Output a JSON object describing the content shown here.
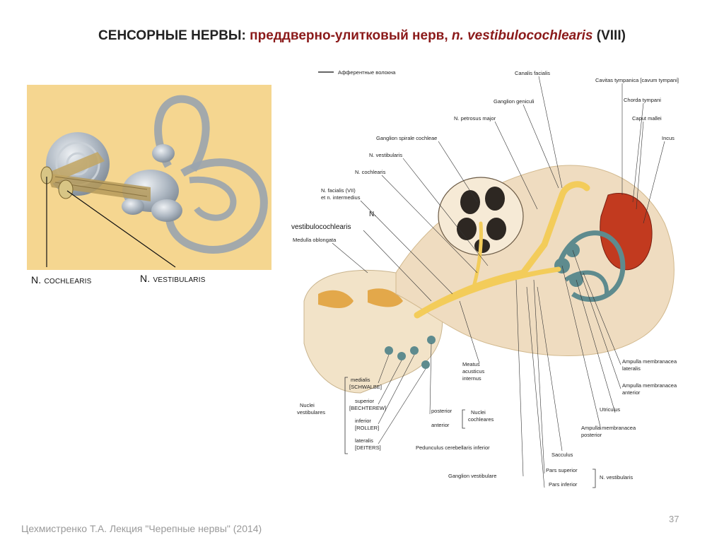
{
  "title": {
    "part1": "СЕНСОРНЫЕ НЕРВЫ:",
    "part2": "преддверно-улитковый нерв,",
    "part3": "n. vestibulocochlearis",
    "part4": "(VIII)"
  },
  "left_figure": {
    "label_cochlearis": "N. cochlearis",
    "label_vestibularis": "N. vestibularis",
    "colors": {
      "background": "#f5d690",
      "labyrinth": "#aab4bf",
      "nerve": "#b59a5a"
    }
  },
  "right_figure": {
    "legend": "Афферентные волокна",
    "labels": {
      "canalis_facialis": "Canalis facialis",
      "cavitas_tympanica": "Cavitas tympanica [cavum tympani]",
      "ganglion_geniculi": "Ganglion geniculi",
      "chorda_tympani": "Chorda tympani",
      "caput_mallei": "Caput mallei",
      "petrosus_major": "N. petrosus major",
      "incus": "Incus",
      "ganglion_spirale": "Ganglion spirale cochleae",
      "n_vestibularis": "N. vestibularis",
      "n_cochlearis": "N. cochlearis",
      "n_facialis_1": "N. facialis (VII)",
      "n_facialis_2": "et n. intermedius",
      "vc_1": "N.",
      "vc_2": "vestibulocochlearis",
      "medulla": "Medulla oblongata",
      "meatus_1": "Meatus",
      "meatus_2": "acusticus",
      "meatus_3": "internus",
      "ampulla_lat_1": "Ampulla membranacea",
      "ampulla_lat_2": "lateralis",
      "ampulla_ant_1": "Ampulla membranacea",
      "ampulla_ant_2": "anterior",
      "utriculus": "Utriculus",
      "ampulla_post_1": "Ampulla membranacea",
      "ampulla_post_2": "posterior",
      "medialis": "medialis",
      "schwalbe": "[SCHWALBE]",
      "nuclei_vest_1": "Nuclei",
      "nuclei_vest_2": "vestibulares",
      "superior": "superior",
      "bechterew": "[BECHTEREW]",
      "inferior": "inferior",
      "roller": "[ROLLER]",
      "lateralis": "lateralis",
      "deiters": "[DEITERS]",
      "posterior": "posterior",
      "anterior": "anterior",
      "nuclei_coch_1": "Nuclei",
      "nuclei_coch_2": "cochleares",
      "pedunculus": "Pedunculus cerebellaris inferior",
      "sacculus": "Sacculus",
      "pars_superior": "Pars superior",
      "ganglion_vestibulare": "Ganglion vestibulare",
      "pars_inferior": "Pars inferior",
      "n_vestibularis_bottom": "N. vestibularis"
    },
    "colors": {
      "nerve": "#f3cc5a",
      "bone": "#efdcc0",
      "brain": "#f2e3c8",
      "labyrinth": "#5e8b8e",
      "tympanum": "#c23a1f"
    }
  },
  "footer": "Цехмистренко Т.А. Лекция \"Черепные нервы\" (2014)",
  "page_number": "37"
}
